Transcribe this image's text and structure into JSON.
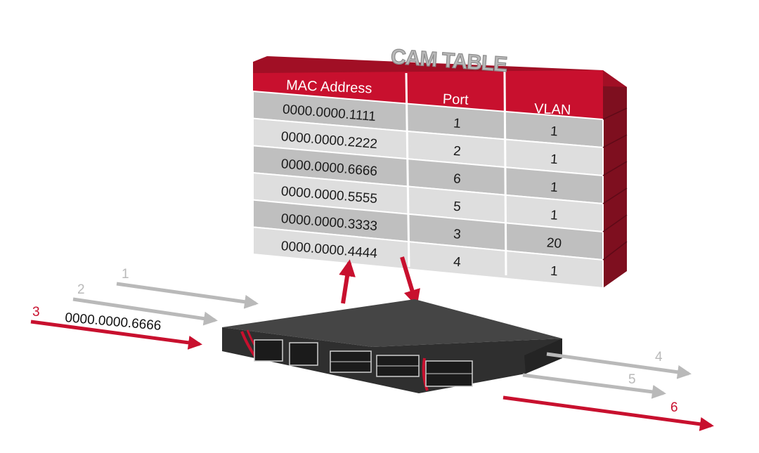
{
  "title": "CAM TABLE",
  "columns": {
    "mac": "MAC Address",
    "port": "Port",
    "vlan": "VLAN"
  },
  "rows": [
    {
      "mac": "0000.0000.1111",
      "port": "1",
      "vlan": "1"
    },
    {
      "mac": "0000.0000.2222",
      "port": "2",
      "vlan": "1"
    },
    {
      "mac": "0000.0000.6666",
      "port": "6",
      "vlan": "1"
    },
    {
      "mac": "0000.0000.5555",
      "port": "5",
      "vlan": "1"
    },
    {
      "mac": "0000.0000.3333",
      "port": "3",
      "vlan": "20"
    },
    {
      "mac": "0000.0000.4444",
      "port": "4",
      "vlan": "1"
    }
  ],
  "incoming": [
    {
      "label": "1",
      "color": "#b9b9b9"
    },
    {
      "label": "2",
      "color": "#b9b9b9"
    },
    {
      "label": "3",
      "color": "#c8102e"
    }
  ],
  "outgoing": [
    {
      "label": "4",
      "color": "#b9b9b9"
    },
    {
      "label": "5",
      "color": "#b9b9b9"
    },
    {
      "label": "6",
      "color": "#c8102e"
    }
  ],
  "frame_mac": "0000.0000.6666",
  "colors": {
    "accent": "#c8102e",
    "accent_dark": "#8b0d1f",
    "gray": "#b9b9b9",
    "row_dark": "#bfbfbf",
    "row_light": "#dedede",
    "switch_body": "#3a3a3a"
  }
}
